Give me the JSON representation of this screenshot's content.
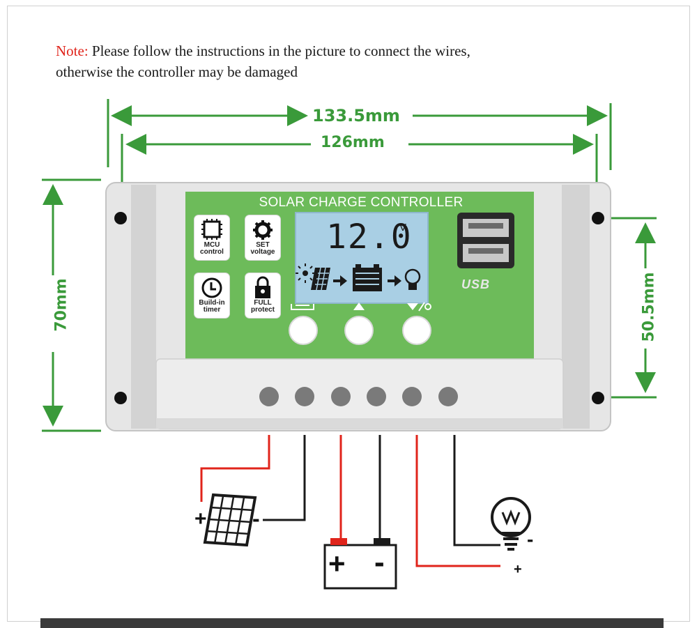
{
  "note": {
    "label": "Note:",
    "text_line1": "Please follow the instructions in the picture to connect the wires,",
    "text_line2": "otherwise the controller may be damaged"
  },
  "dimensions": {
    "outer_width": "133.5mm",
    "inner_width": "126mm",
    "height": "70mm",
    "hole_spacing": "50.5mm"
  },
  "controller": {
    "title": "SOLAR CHARGE CONTROLLER",
    "display_value": "12.0",
    "display_unit": "V",
    "usb_label": "USB",
    "features": [
      {
        "line1": "MCU",
        "line2": "control",
        "icon": "chip-icon"
      },
      {
        "line1": "SET",
        "line2": "voltage",
        "icon": "gear-icon"
      },
      {
        "line1": "Build-in",
        "line2": "timer",
        "icon": "clock-icon"
      },
      {
        "line1": "FULL",
        "line2": "protect",
        "icon": "lock-icon"
      }
    ],
    "buttons": [
      {
        "icon": "menu-icon"
      },
      {
        "icon": "up-icon"
      },
      {
        "icon": "down-light-icon"
      }
    ]
  },
  "wiring": {
    "solar": {
      "plus": "+",
      "minus": "-"
    },
    "battery": {
      "plus": "+",
      "minus": "-"
    },
    "load": {
      "plus": "+",
      "minus": "-"
    }
  },
  "colors": {
    "green": "#6dbb5a",
    "dimension_green": "#3a9a3a",
    "wire_red": "#e0241b",
    "wire_black": "#1a1a1a",
    "lcd_blue": "#a9cfe4"
  }
}
